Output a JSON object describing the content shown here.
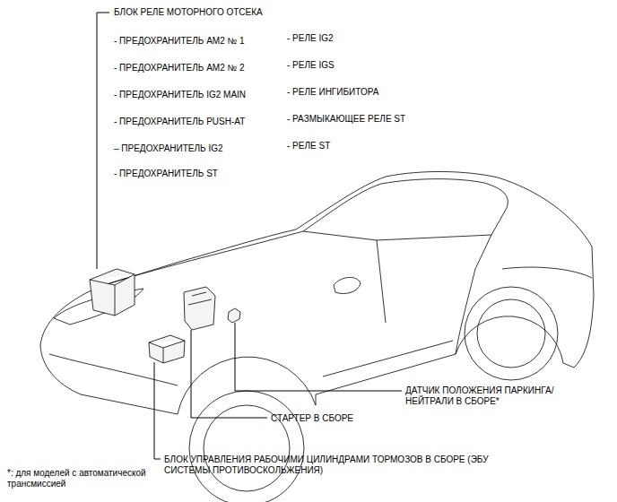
{
  "diagram": {
    "labels": [
      "БЛОК РЕЛЕ МОТОРНОГО ОТСЕКА",
      "- ПРЕДОХРАНИТЕЛЬ AM2 № 1",
      "- ПРЕДОХРАНИТЕЛЬ AM2 № 2",
      "- ПРЕДОХРАНИТЕЛЬ IG2 MAIN",
      "- ПРЕДОХРАНИТЕЛЬ PUSH-AT",
      "– ПРЕДОХРАНИТЕЛЬ IG2",
      "- ПРЕДОХРАНИТЕЛЬ ST",
      "- РЕЛЕ IG2",
      "- РЕЛЕ IGS",
      "- РЕЛЕ ИНГИБИТОРА",
      "- РАЗМЫКАЮЩЕЕ РЕЛЕ ST",
      "- РЕЛЕ ST",
      "ДАТЧИК ПОЛОЖЕНИЯ ПАРКИНГА/НЕЙТРАЛИ В СБОРЕ*",
      "СТАРТЕР В СБОРЕ",
      "БЛОК УПРАВЛЕНИЯ РАБОЧИМИ ЦИЛИНДРАМИ ТОРМОЗОВ В СБОРЕ (ЭБУ СИСТЕМЫ ПРОТИВОСКОЛЬЖЕНИЯ)",
      "*: для моделей с автоматической трансмиссией"
    ]
  }
}
